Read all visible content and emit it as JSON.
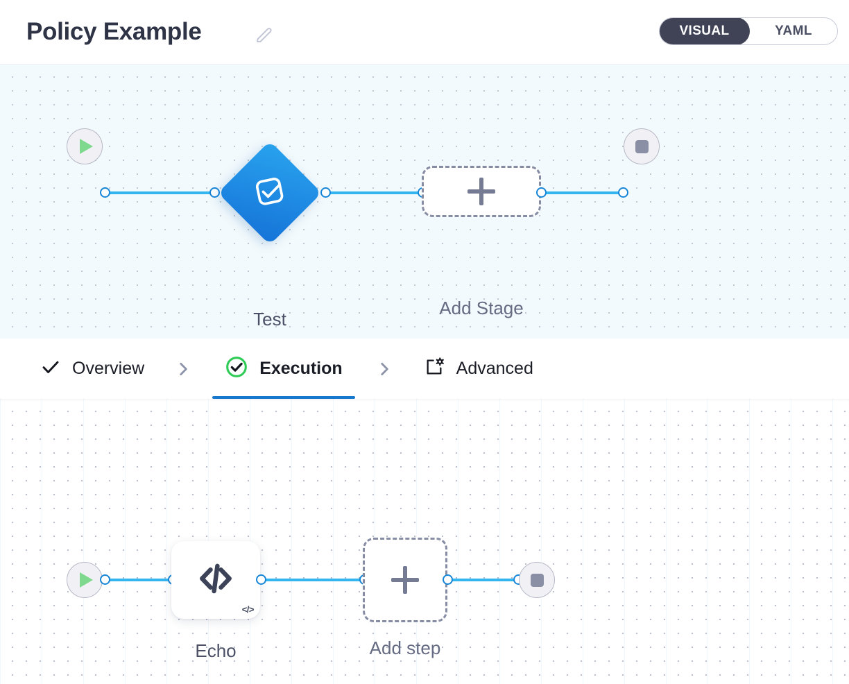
{
  "header": {
    "title": "Policy Example",
    "edit_icon": "pencil-icon",
    "view_toggle": {
      "active": "VISUAL",
      "options": [
        "VISUAL",
        "YAML"
      ]
    }
  },
  "stage_canvas": {
    "start_node": {
      "icon": "play-icon",
      "label": ""
    },
    "nodes": [
      {
        "name": "Test",
        "type": "stage",
        "icon": "approval-check-icon",
        "color": "#1e8fe8"
      },
      {
        "name": "Add Stage",
        "type": "add",
        "icon": "plus-icon"
      }
    ],
    "end_node": {
      "icon": "stop-icon",
      "label": ""
    }
  },
  "tabs": [
    {
      "label": "Overview",
      "icon": "check-icon",
      "active": false
    },
    {
      "label": "Execution",
      "icon": "check-circle-icon",
      "active": true
    },
    {
      "label": "Advanced",
      "icon": "settings-window-icon",
      "active": false
    }
  ],
  "tab_separator_icon": "chevron-right-icon",
  "step_canvas": {
    "start_node": {
      "icon": "play-icon"
    },
    "nodes": [
      {
        "name": "Echo",
        "type": "step",
        "icon": "code-icon",
        "badge": "</>"
      },
      {
        "name": "Add step",
        "type": "add",
        "icon": "plus-icon"
      }
    ],
    "end_node": {
      "icon": "stop-icon"
    }
  },
  "colors": {
    "accent_blue": "#1878ce",
    "link_blue": "#33b5f0",
    "stage_blue": "#1e8fe8",
    "success_green": "#2ecc56",
    "play_green": "#7ed98f",
    "toggle_dark": "#3f4355",
    "muted": "#868ca3"
  }
}
